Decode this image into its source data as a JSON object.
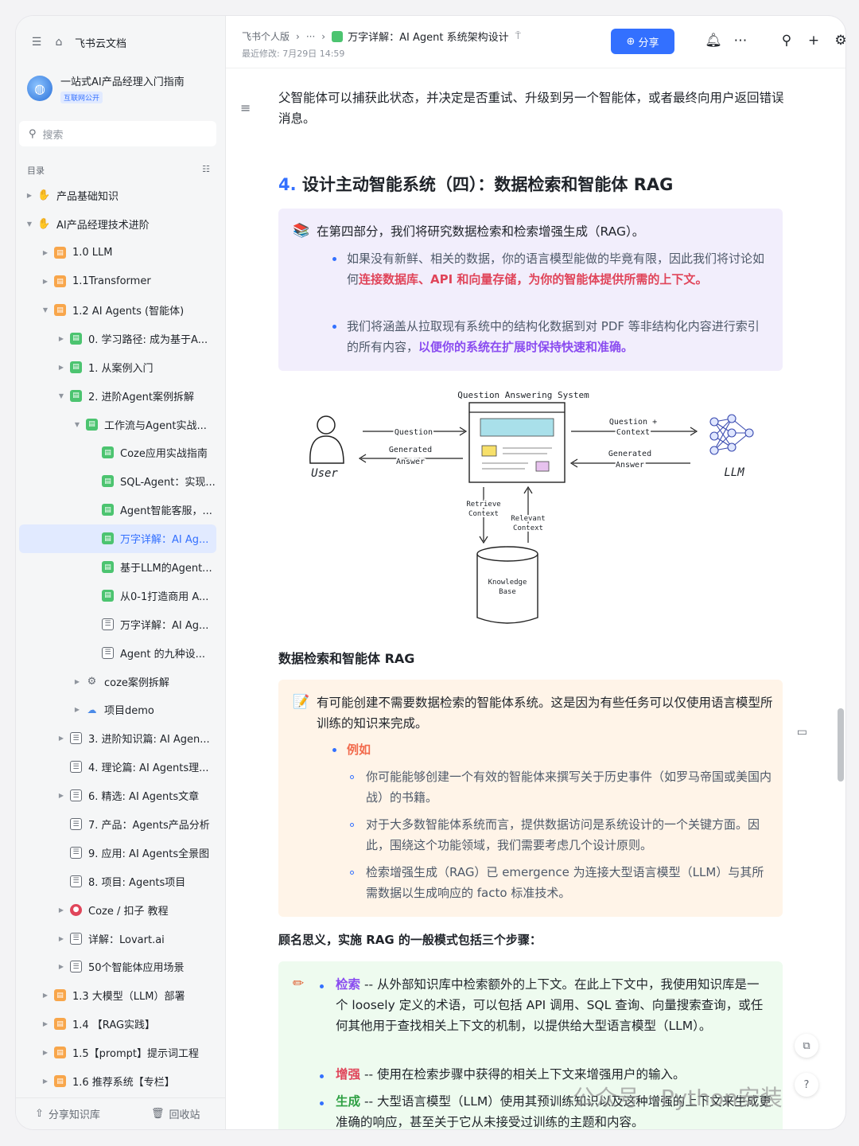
{
  "sidebar": {
    "home_label": "飞书云文档",
    "kb_title": "一站式AI产品经理入门指南",
    "kb_badge": "互联网公开",
    "search_placeholder": "搜索",
    "toc_label": "目录",
    "items": [
      {
        "label": "产品基础知识",
        "icon": "hand"
      },
      {
        "label": "AI产品经理技术进阶",
        "icon": "hand"
      },
      {
        "label": "1.0 LLM",
        "icon": "orange"
      },
      {
        "label": "1.1Transformer",
        "icon": "orange"
      },
      {
        "label": "1.2 AI Agents (智能体)",
        "icon": "orange"
      },
      {
        "label": "0. 学习路径: 成为基于A...",
        "icon": "green"
      },
      {
        "label": "1. 从案例入门",
        "icon": "green"
      },
      {
        "label": "2. 进阶Agent案例拆解",
        "icon": "green"
      },
      {
        "label": "工作流与Agent实战...",
        "icon": "green"
      },
      {
        "label": "Coze应用实战指南",
        "icon": "green"
      },
      {
        "label": "SQL-Agent：实现...",
        "icon": "green"
      },
      {
        "label": "Agent智能客服，...",
        "icon": "green"
      },
      {
        "label": "万字详解：AI Ag...",
        "icon": "green"
      },
      {
        "label": "基于LLM的Agent...",
        "icon": "green"
      },
      {
        "label": "从0-1打造商用 A...",
        "icon": "green"
      },
      {
        "label": "万字详解：AI Ag...",
        "icon": "doc"
      },
      {
        "label": "Agent 的九种设...",
        "icon": "doc"
      },
      {
        "label": "coze案例拆解",
        "icon": "gear"
      },
      {
        "label": "项目demo",
        "icon": "cloud"
      },
      {
        "label": "3. 进阶知识篇: AI Agen...",
        "icon": "doc"
      },
      {
        "label": "4. 理论篇: AI Agents理...",
        "icon": "doc"
      },
      {
        "label": "6. 精选: AI Agents文章",
        "icon": "doc"
      },
      {
        "label": "7. 产品：Agents产品分析",
        "icon": "doc"
      },
      {
        "label": "9. 应用: AI Agents全景图",
        "icon": "doc"
      },
      {
        "label": "8. 项目: Agents项目",
        "icon": "doc"
      },
      {
        "label": "Coze / 扣子 教程",
        "icon": "red"
      },
      {
        "label": "详解：Lovart.ai",
        "icon": "doc"
      },
      {
        "label": "50个智能体应用场景",
        "icon": "doc"
      },
      {
        "label": "1.3 大模型（LLM）部署",
        "icon": "orange"
      },
      {
        "label": "1.4 【RAG实践】",
        "icon": "orange"
      },
      {
        "label": "1.5【prompt】提示词工程",
        "icon": "orange"
      },
      {
        "label": "1.6 推荐系统【专栏】",
        "icon": "orange"
      }
    ],
    "footer": {
      "share": "分享知识库",
      "trash": "回收站"
    }
  },
  "header": {
    "crumb_root": "飞书个人版",
    "crumb_more": "···",
    "doc_title": "万字详解：AI Agent 系统架构设计",
    "modified": "最近修改: 7月29日 14:59",
    "share_label": "分享"
  },
  "content": {
    "intro": "父智能体可以捕获此状态，并决定是否重试、升级到另一个智能体，或者最终向用户返回错误消息。",
    "h4_num": "4.",
    "h4_text": "设计主动智能系统（四）：数据检索和智能体 RAG",
    "callout1": {
      "lead": "在第四部分，我们将研究数据检索和检索增强生成（RAG）。",
      "b1_a": "如果没有新鲜、相关的数据，你的语言模型能做的毕竟有限，因此我们将讨论如何",
      "b1_hl": "连接数据库、API 和向量存储，为你的智能体提供所需的上下文",
      "b1_end": "。",
      "b2_a": "我们将涵盖从拉取现有系统中的结构化数据到对 PDF 等非结构化内容进行索引的所有内容，",
      "b2_hl": "以便你的系统在扩展时保持快速和准确",
      "b2_end": "。"
    },
    "diagram": {
      "title": "Question Answering System",
      "user": "User",
      "question": "Question",
      "gen_answer_1": "Generated",
      "gen_answer_2": "Answer",
      "qctx_1": "Question +",
      "qctx_2": "Context",
      "llm_gen_1": "Generated",
      "llm_gen_2": "Answer",
      "llm": "LLM",
      "retrieve_1": "Retrieve",
      "retrieve_2": "Context",
      "relevant_1": "Relevant",
      "relevant_2": "Context",
      "kb_1": "Knowledge",
      "kb_2": "Base"
    },
    "sec_title": "数据检索和智能体 RAG",
    "callout2": {
      "lead": "有可能创建不需要数据检索的智能体系统。这是因为有些任务可以仅使用语言模型所训练的知识来完成。",
      "example": "例如",
      "s1": "你可能能够创建一个有效的智能体来撰写关于历史事件（如罗马帝国或美国内战）的书籍。",
      "s2": "对于大多数智能体系统而言，提供数据访问是系统设计的一个关键方面。因此，围绕这个功能领域，我们需要考虑几个设计原则。",
      "s3": "检索增强生成（RAG）已 emergence 为连接大型语言模型（LLM）与其所需数据以生成响应的 facto 标准技术。"
    },
    "steps_title": "顾名思义，实施 RAG 的一般模式包括三个步骤：",
    "callout3": {
      "k1": "检索",
      "t1": " -- 从外部知识库中检索额外的上下文。在此上下文中，我使用知识库是一个 loosely 定义的术语，可以包括 API 调用、SQL 查询、向量搜索查询，或任何其他用于查找相关上下文的机制，以提供给大型语言模型（LLM）。",
      "k2": "增强",
      "t2": " -- 使用在检索步骤中获得的相关上下文来增强用户的输入。",
      "k3": "生成",
      "t3": " -- 大型语言模型（LLM）使用其预训练知识以及这种增强的上下文来生成更准确的响应，甚至关于它从未接受过训练的主题和内容。"
    }
  },
  "watermark": "公众号 · Python安装",
  "colors": {
    "accent": "#3370ff",
    "red": "#e0455a",
    "purple": "#8a4cf0",
    "green": "#2ea043"
  }
}
